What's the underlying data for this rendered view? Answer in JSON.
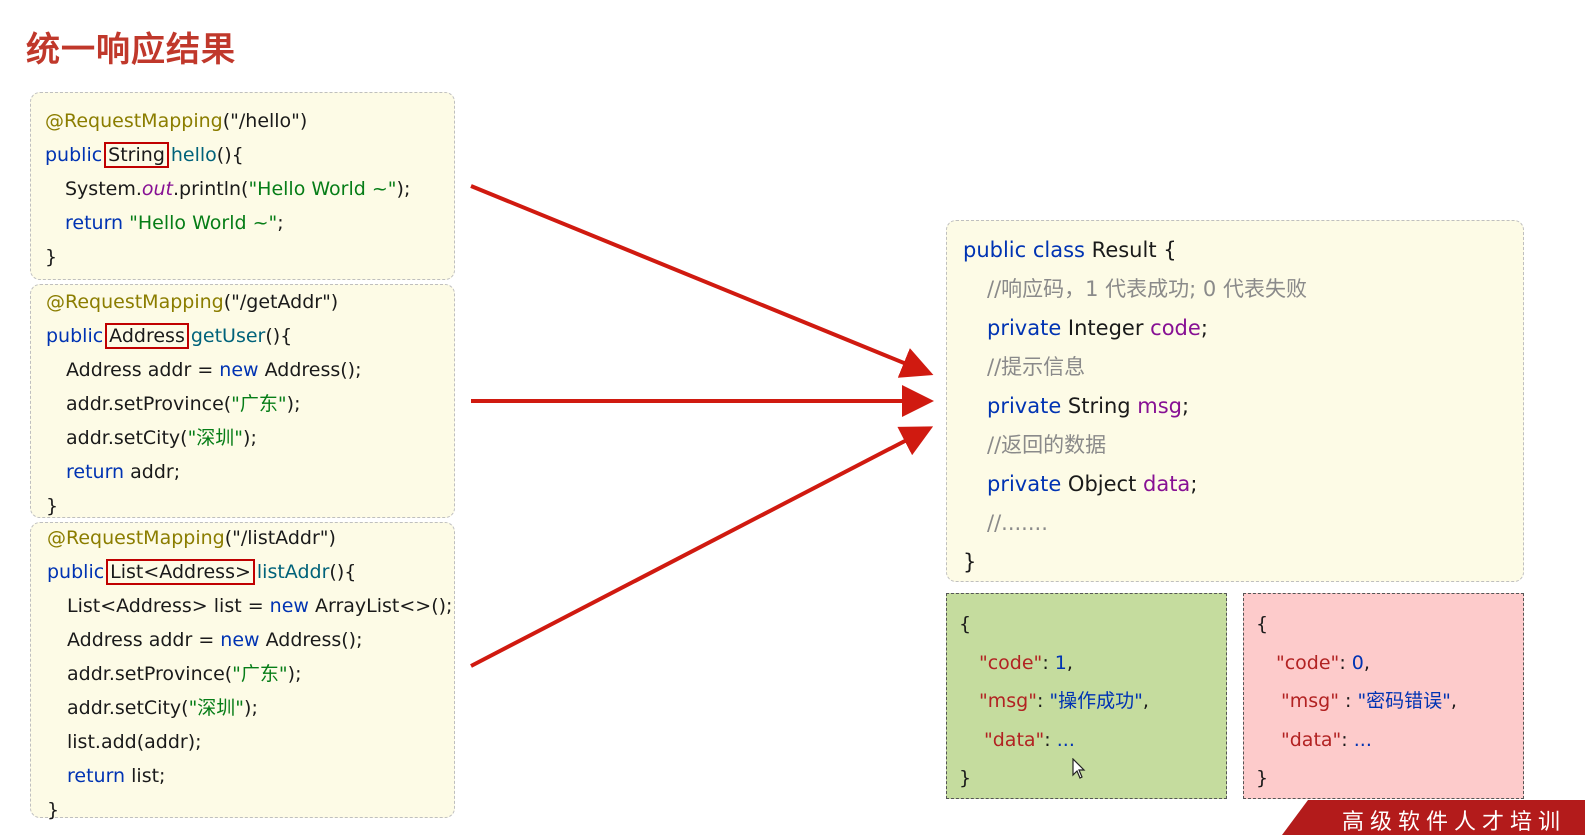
{
  "title": "统一响应结果",
  "left_code": {
    "hello": {
      "annotation": "@RequestMapping",
      "path": "(\"/hello\")",
      "public": "public",
      "return_type": "String",
      "method": "hello",
      "sig_tail": "(){",
      "l3_pre": "System.",
      "l3_out": "out",
      "l3_mid": ".println(",
      "l3_str": "\"Hello World ~\"",
      "l3_end": ");",
      "l4_kw": "return",
      "l4_str": "\"Hello World ~\"",
      "l4_end": ";",
      "close": "}"
    },
    "getAddr": {
      "annotation": "@RequestMapping",
      "path": "(\"/getAddr\")",
      "public": "public",
      "return_type": "Address",
      "method": "getUser",
      "sig_tail": "(){",
      "l3_a": "Address addr = ",
      "l3_kw": "new",
      "l3_b": " Address();",
      "l4_a": "addr.setProvince(",
      "l4_str": "\"广东\"",
      "l4_b": ");",
      "l5_a": "addr.setCity(",
      "l5_str": "\"深圳\"",
      "l5_b": ");",
      "l6_kw": "return",
      "l6_b": " addr;",
      "close": "}"
    },
    "listAddr": {
      "annotation": "@RequestMapping",
      "path": "(\"/listAddr\")",
      "public": "public",
      "return_type": "List<Address>",
      "method": "listAddr",
      "sig_tail": "(){",
      "l3_a": "List<Address> list = ",
      "l3_kw": "new",
      "l3_b": " ArrayList<>();",
      "l4_a": "Address addr = ",
      "l4_kw": "new",
      "l4_b": " Address();",
      "l5_a": "addr.setProvince(",
      "l5_str": "\"广东\"",
      "l5_b": ");",
      "l6_a": "addr.setCity(",
      "l6_str": "\"深圳\"",
      "l6_b": ");",
      "l7": "list.add(addr);",
      "l8_kw": "return",
      "l8_b": " list;",
      "close": "}"
    }
  },
  "result_class": {
    "decl_kw": "public class",
    "decl_name": " Result {",
    "c1": "//响应码，1 代表成功; 0 代表失败",
    "f1_kw": "private",
    "f1_type": " Integer ",
    "f1_name": "code",
    "c2": "//提示信息",
    "f2_kw": "private",
    "f2_type": " String ",
    "f2_name": "msg",
    "c3": "//返回的数据",
    "f3_kw": "private",
    "f3_type": " Object ",
    "f3_name": "data",
    "c4": "//.......",
    "semi": ";",
    "close": "}"
  },
  "json_success": {
    "open": "{",
    "code_key": "\"code\"",
    "code_val": "1",
    "msg_key": "\"msg\"",
    "msg_val": "\"操作成功\"",
    "data_key": "\"data\"",
    "data_val": "...",
    "close": "}",
    "colon": ": ",
    "comma": ",",
    "bg": "#c5dc9e"
  },
  "json_fail": {
    "open": "{",
    "code_key": "\"code\"",
    "code_val": "0",
    "msg_key": "\"msg\"",
    "msg_sep": " : ",
    "msg_val": "\"密码错误\"",
    "data_key": "\"data\"",
    "data_val": "...",
    "close": "}",
    "colon": ": ",
    "comma": ",",
    "bg": "#fdcbcb"
  },
  "footer_text": "高级软件人才培训",
  "colors": {
    "title": "#c0382b",
    "arrow": "#d01a10",
    "code_bg": "#fdfbe6"
  }
}
